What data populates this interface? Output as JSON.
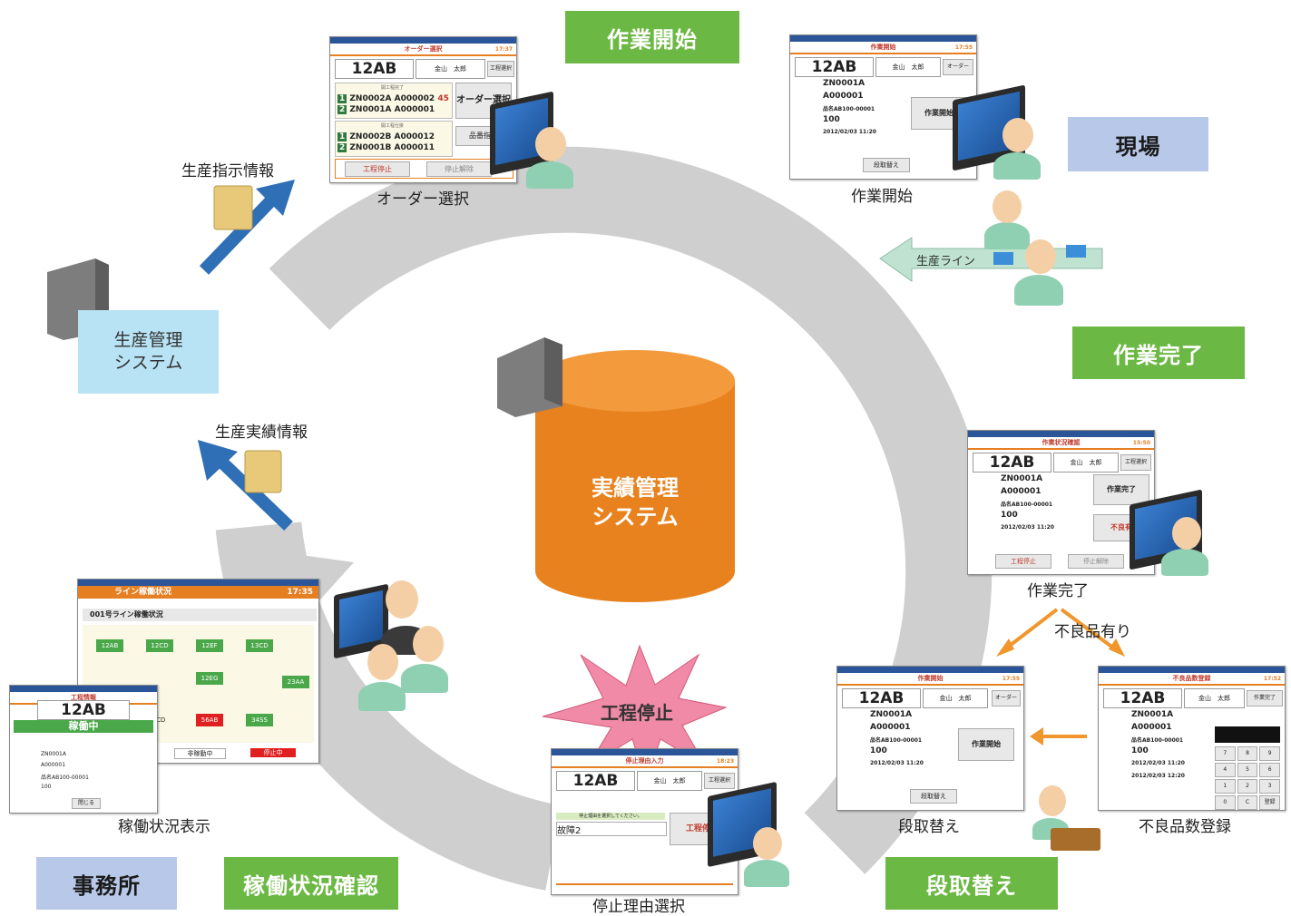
{
  "stages": {
    "sagyou_kaishi": "作業開始",
    "genba": "現場",
    "sagyou_kanryou": "作業完了",
    "dandorigae": "段取替え",
    "kadou_kakunin": "稼働状況確認",
    "jimusho": "事務所"
  },
  "center": {
    "line1": "実績管理",
    "line2": "システム"
  },
  "production_system": {
    "line1": "生産管理",
    "line2": "システム"
  },
  "labels": {
    "instruction": "生産指示情報",
    "results": "生産実績情報",
    "line": "生産ライン",
    "defect": "不良品有り",
    "stop": "工程停止"
  },
  "captions": {
    "order_select": "オーダー選択",
    "work_start": "作業開始",
    "work_done": "作業完了",
    "changeover": "段取替え",
    "defect_entry": "不良品数登録",
    "stop_reason": "停止理由選択",
    "status_display": "稼働状況表示"
  },
  "screens": {
    "order": {
      "title": "オーダー選択",
      "time": "17:37",
      "code": "12AB",
      "worker": "金山　太郎",
      "btn_process": "工程選択",
      "btn_order": "オーダー選択",
      "btn_item": "品番指定",
      "group1": "開工程完了",
      "group2": "開工程仕掛",
      "rows1": [
        {
          "no": "1",
          "order": "ZN0002A",
          "part": "A000002",
          "qty": "45"
        },
        {
          "no": "2",
          "order": "ZN0001A",
          "part": "A000001",
          "qty": ""
        }
      ],
      "rows2": [
        {
          "no": "1",
          "order": "ZN0002B",
          "part": "A000012"
        },
        {
          "no": "2",
          "order": "ZN0001B",
          "part": "A000011"
        }
      ],
      "btn_stop": "工程停止",
      "btn_release": "停止解除"
    },
    "start": {
      "title": "作業開始",
      "time": "17:55",
      "code": "12AB",
      "worker": "金山　太郎",
      "btn_order": "オーダー",
      "order": "ZN0001A",
      "part": "A000001",
      "name": "品名AB100-00001",
      "qty": "100",
      "started": "2012/02/03 11:20",
      "btn_start": "作業開始",
      "btn_change": "段取替え"
    },
    "done": {
      "title": "作業状況確認",
      "time": "15:50",
      "code": "12AB",
      "worker": "金山　太郎",
      "btn_process": "工程選択",
      "order": "ZN0001A",
      "part": "A000001",
      "name": "品名AB100-00001",
      "qty": "100",
      "started": "2012/02/03 11:20",
      "btn_done": "作業完了",
      "btn_defect": "不良有",
      "btn_stop": "工程停止",
      "btn_release": "停止解除"
    },
    "change": {
      "title": "作業開始",
      "time": "17:55",
      "code": "12AB",
      "worker": "金山　太郎",
      "btn_order": "オーダー",
      "order": "ZN0001A",
      "part": "A000001",
      "name": "品名AB100-00001",
      "qty": "100",
      "started": "2012/02/03 11:20",
      "btn_start": "作業開始",
      "btn_change": "段取替え"
    },
    "defect": {
      "title": "不良品数登録",
      "time": "17:52",
      "code": "12AB",
      "worker": "金山　太郎",
      "btn_done": "作業完了",
      "order": "ZN0001A",
      "part": "A000001",
      "name": "品名AB100-00001",
      "qty": "100",
      "started": "2012/02/03 11:20",
      "ended": "2012/02/03 12:20",
      "keys": [
        "7",
        "8",
        "9",
        "4",
        "5",
        "6",
        "1",
        "2",
        "3",
        "0",
        "C",
        "登録"
      ]
    },
    "stop": {
      "title": "停止理由入力",
      "time": "18:23",
      "code": "12AB",
      "worker": "金山　太郎",
      "btn_process": "工程選択",
      "prompt": "停止理由を選択してください。",
      "reason": "故障2",
      "btn_stop": "工程停止"
    },
    "line_status": {
      "title": "ライン稼働状況",
      "time": "17:35",
      "line": "001号ライン稼働状況",
      "nodes": [
        "12AB",
        "12CD",
        "12EF",
        "13CD",
        "12EG",
        "23AA",
        "56AB",
        "34SS",
        "CD"
      ],
      "legend_stop": "非稼動中",
      "legend_halt": "停止中"
    },
    "process_info": {
      "title": "工程情報",
      "code": "12AB",
      "state": "稼働中",
      "order": "ZN0001A",
      "part": "A000001",
      "name": "品名AB100-00001",
      "qty": "100",
      "btn_close": "閉じる"
    }
  },
  "colors": {
    "stage_green": "#6cb844",
    "stage_blue": "#b7c8e8",
    "cylinder": "#e8821e",
    "ring": "#cfcfcf",
    "arrow_blue": "#2f6fb5",
    "arrow_orange": "#f0962c",
    "burst": "#f08aa6"
  }
}
